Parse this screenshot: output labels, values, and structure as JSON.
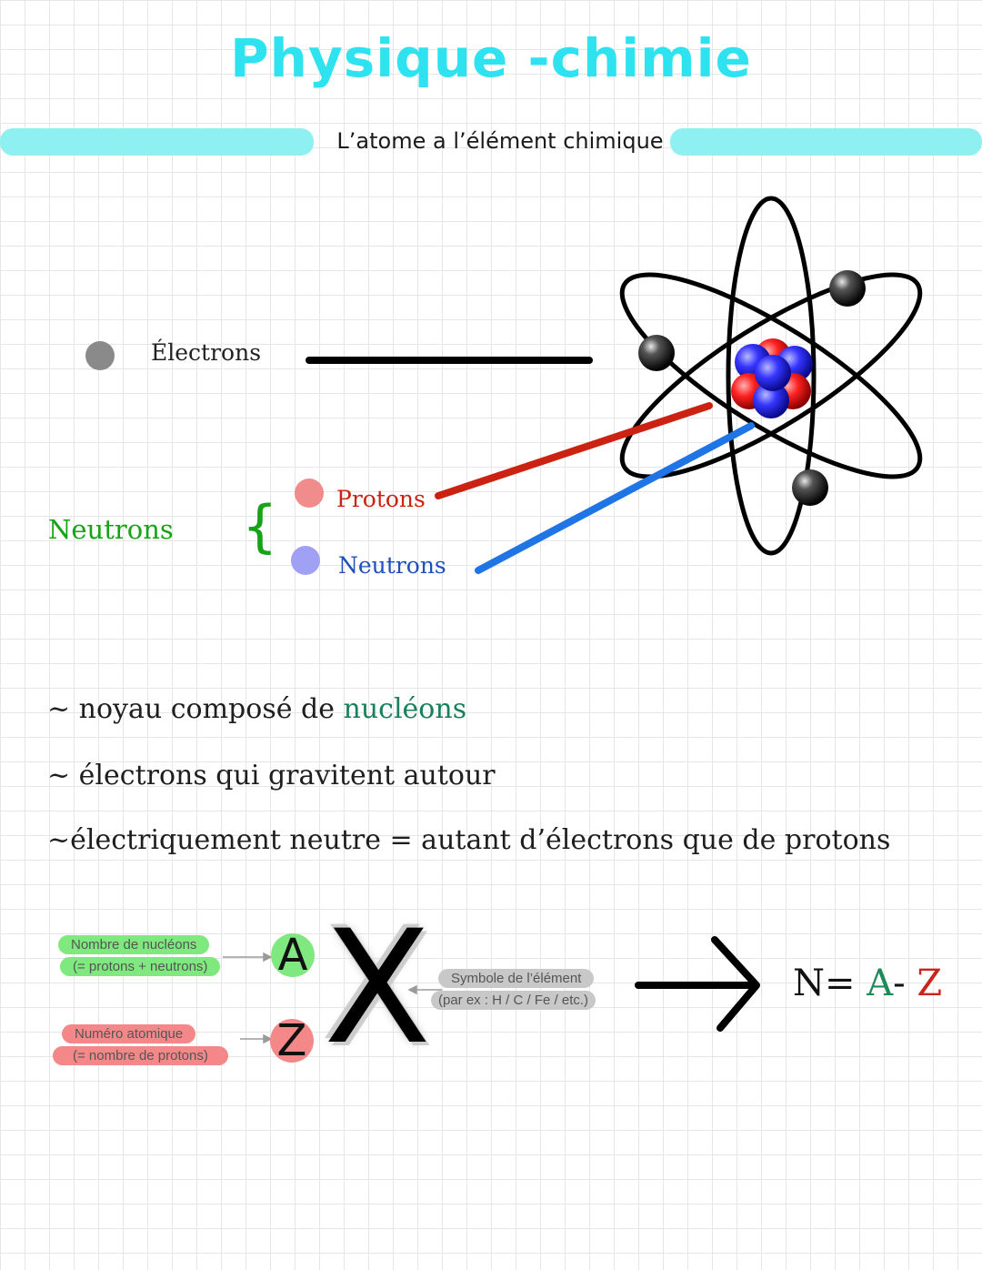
{
  "header": {
    "title": "Physique -chimie",
    "subtitle": "L’atome a l’élément chimique"
  },
  "diagram": {
    "electrons_label": "Électrons",
    "nucleus_label": "Neutrons",
    "brace": "{",
    "protons_label": "Protons",
    "neutrons_label": "Neutrons",
    "colors": {
      "electron": "#8a8a8a",
      "proton": "#f08c8c",
      "neutron": "#a0a0f5",
      "proton_line": "#cc2211",
      "neutron_line": "#1f74e6",
      "nucleus_label": "#17a317"
    }
  },
  "notes": {
    "line1_prefix": "~ noyau composé de ",
    "line1_highlight": "nucléons",
    "line2": "~ électrons qui gravitent autour",
    "line3": "~électriquement neutre = autant d’électrons que de protons"
  },
  "notation": {
    "a_title": "Nombre de nucléons",
    "a_detail": "(= protons + neutrons)",
    "z_title": "Numéro atomique",
    "z_detail": "(= nombre de protons)",
    "a_letter": "A",
    "z_letter": "Z",
    "symbol": "X",
    "symbol_title": "Symbole de l’élément",
    "symbol_detail": "(par ex : H / C / Fe / etc.)",
    "formula_n": "N=",
    "formula_a": "A",
    "formula_minus": "-",
    "formula_z": "Z"
  }
}
